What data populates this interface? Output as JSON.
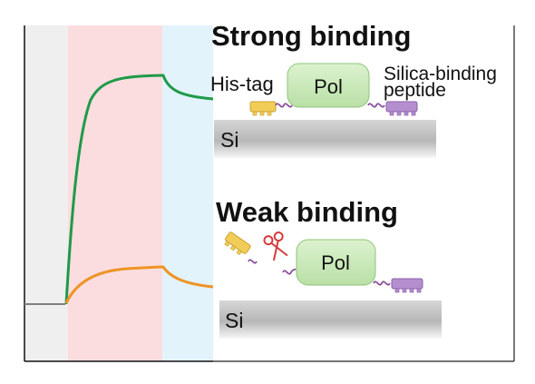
{
  "strong": {
    "title": "Strong binding",
    "his_tag_label": "His-tag",
    "pol_label": "Pol",
    "silica_label_line1": "Silica-binding",
    "silica_label_line2": "peptide",
    "surface_label": "Si"
  },
  "weak": {
    "title": "Weak binding",
    "pol_label": "Pol",
    "surface_label": "Si"
  },
  "colors": {
    "baseline_phase": "#efefef",
    "association_phase": "#fbdde0",
    "dissociation_phase": "#e3f3fb",
    "strong_curve": "#1f9a48",
    "weak_curve": "#ee9426",
    "his_tag": "#f1cd57",
    "silica_peptide": "#b48fd0",
    "linker": "#8a4d9a",
    "pol_fill": "#c6e8b8",
    "scissors": "#d53a3a"
  },
  "icons": {
    "scissors": "scissors-icon"
  }
}
